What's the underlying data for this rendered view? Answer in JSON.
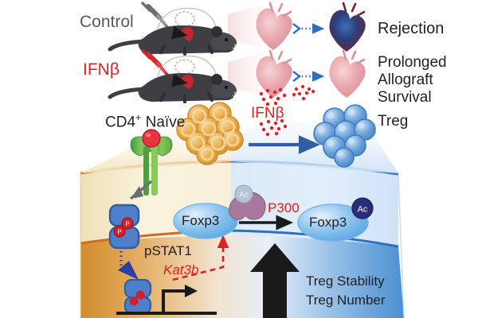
{
  "figure": {
    "title": "IFN-beta promotes Treg stability via pSTAT1-Kat3b/P300 Foxp3 acetylation",
    "type": "biological-pathway-diagram"
  },
  "rows": {
    "control": {
      "label": "Control",
      "label_color": "#58595b",
      "outcome": "Rejection",
      "outcome_color": "#231f20",
      "heart_state": "rejected-heart",
      "arrow": "dotted-blue-arrow"
    },
    "treated": {
      "label": "IFNβ",
      "label_color": "#e11f26",
      "outcome_lines": [
        "Prolonged",
        "Allograft",
        "Survival"
      ],
      "outcome_color": "#231f20",
      "heart_state": "healthy-pink-heart",
      "arrow": "dotted-blue-arrow"
    }
  },
  "conversion": {
    "source_label": "CD4",
    "source_sup": "+",
    "source_label2": " Naïve",
    "source_color": "#231f20",
    "stimulus": "IFNβ",
    "stimulus_color": "#e11f26",
    "target_label": "Treg",
    "target_color": "#231f20",
    "arrow_color": "#2e5fa3"
  },
  "cell": {
    "receptor_name": "ifnar-receptor",
    "ligand_name": "ifnb-ligand",
    "pstat1_label": "pSTAT1",
    "pstat1_color": "#231f20",
    "phospho_badge": "P",
    "gene_label": "Kat3b",
    "gene_label_color": "#e11f26",
    "foxp3_label": "Foxp3",
    "foxp3_label_color": "#231f20",
    "p300_label": "P300",
    "p300_label_color": "#e11f26",
    "ac_badge": "Ac",
    "foxp3_ac_label": "Foxp3",
    "outcome_lines": [
      "Treg Stability",
      "Treg Number"
    ],
    "outcome_color": "#231f20"
  },
  "colors": {
    "cytoplasm_left": "#f7eed2",
    "cytoplasm_right": "#d7e8f8",
    "membrane_left": "#d2691e",
    "membrane_right": "#2e6fc0",
    "nucleus_left": "#d9902f",
    "nucleus_right": "#5a9bd8",
    "stat_blue": "#4f7fc8",
    "stat_stroke": "#2e5fa3",
    "phospho_red": "#d81f26",
    "foxp3_blue": "#5aaae4",
    "ac_navy": "#2b2b7a",
    "p300_mauve": "#a8799c",
    "receptor_green": "#5cb85c",
    "ligand_red": "#e8343c",
    "naive_orange": "#e8a33d",
    "treg_blue": "#5b9bd5",
    "mouse_dark": "#3f3f43",
    "heart_pink": "#e8a5ab",
    "heart_reject": "#7a2030",
    "arrow_black": "#1a1a1a",
    "dashed_red": "#e11f26"
  }
}
